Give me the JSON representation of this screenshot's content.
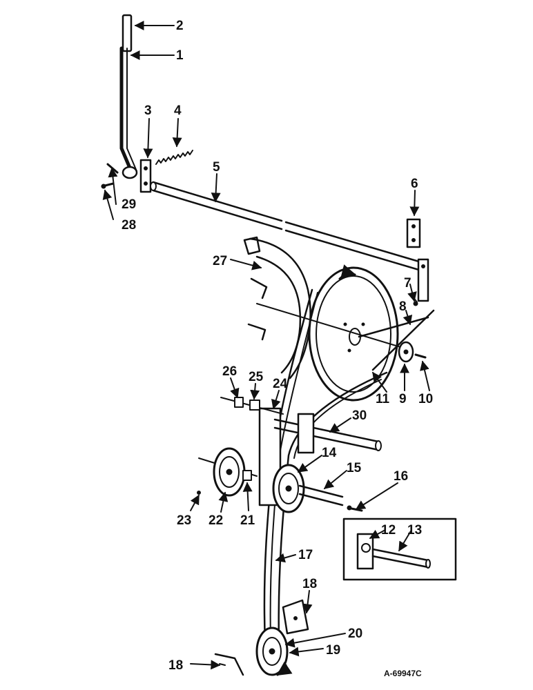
{
  "figure": {
    "reference_code": "A-69947C",
    "callouts": [
      {
        "id": "c1",
        "label": "1"
      },
      {
        "id": "c2",
        "label": "2"
      },
      {
        "id": "c3",
        "label": "3"
      },
      {
        "id": "c4",
        "label": "4"
      },
      {
        "id": "c5",
        "label": "5"
      },
      {
        "id": "c6",
        "label": "6"
      },
      {
        "id": "c7",
        "label": "7"
      },
      {
        "id": "c8",
        "label": "8"
      },
      {
        "id": "c9",
        "label": "9"
      },
      {
        "id": "c10",
        "label": "10"
      },
      {
        "id": "c11",
        "label": "11"
      },
      {
        "id": "c12",
        "label": "12"
      },
      {
        "id": "c13",
        "label": "13"
      },
      {
        "id": "c14",
        "label": "14"
      },
      {
        "id": "c15",
        "label": "15"
      },
      {
        "id": "c16",
        "label": "16"
      },
      {
        "id": "c17",
        "label": "17"
      },
      {
        "id": "c18a",
        "label": "18"
      },
      {
        "id": "c18b",
        "label": "18"
      },
      {
        "id": "c19",
        "label": "19"
      },
      {
        "id": "c20",
        "label": "20"
      },
      {
        "id": "c21",
        "label": "21"
      },
      {
        "id": "c22",
        "label": "22"
      },
      {
        "id": "c23",
        "label": "23"
      },
      {
        "id": "c24",
        "label": "24"
      },
      {
        "id": "c25",
        "label": "25"
      },
      {
        "id": "c26",
        "label": "26"
      },
      {
        "id": "c27",
        "label": "27"
      },
      {
        "id": "c28",
        "label": "28"
      },
      {
        "id": "c29",
        "label": "29"
      },
      {
        "id": "c30",
        "label": "30"
      }
    ]
  }
}
